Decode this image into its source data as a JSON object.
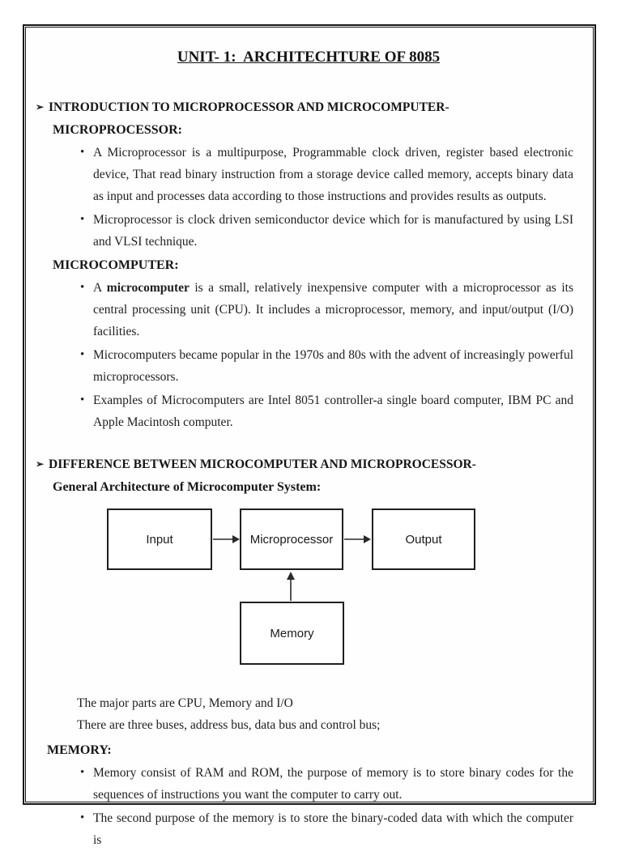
{
  "glyphs": {
    "arrow_bullet": "➢",
    "bullet": "•"
  },
  "colors": {
    "background": "#ffffff",
    "page_border": "#161616",
    "text": "#1e1e1e"
  },
  "doc": {
    "title": "UNIT- 1:  ARCHITECHTURE OF 8085",
    "intro": {
      "heading": "INTRODUCTION TO MICROPROCESSOR AND MICROCOMPUTER-",
      "microprocessor": {
        "label": "MICROPROCESSOR:",
        "bullets": [
          "A Microprocessor is a multipurpose, Programmable clock driven, register based electronic device, That read binary instruction from a storage device called memory, accepts binary data as input and processes data according to those instructions and provides results as outputs.",
          "Microprocessor is clock driven semiconductor device which for is manufactured by using LSI and VLSI technique."
        ]
      },
      "microcomputer": {
        "label": "MICROCOMPUTER:",
        "bullet1": {
          "pre": "A ",
          "bold": "microcomputer",
          "post": " is a small, relatively inexpensive computer with a microprocessor as its central processing unit (CPU). It includes a microprocessor, memory, and input/output (I/O) facilities."
        },
        "bullets": [
          "Microcomputers became popular in the 1970s and 80s with the advent of increasingly powerful microprocessors.",
          "Examples of Microcomputers are Intel 8051 controller-a single board computer, IBM PC and Apple Macintosh computer."
        ]
      }
    },
    "difference": {
      "heading": "DIFFERENCE BETWEEN MICROCOMPUTER AND MICROPROCESSOR-",
      "subheading": "General Architecture of Microcomputer System:"
    },
    "diagram": {
      "boxes": {
        "input": "Input",
        "microprocessor": "Microprocessor",
        "output": "Output",
        "memory": "Memory"
      }
    },
    "after_diagram": {
      "line1": "The major parts are CPU, Memory and I/O",
      "line2": "There are three buses, address bus, data bus and control bus;"
    },
    "memory_section": {
      "label": "MEMORY:",
      "bullets": [
        "Memory consist of RAM and ROM, the purpose of memory is to store binary codes for the sequences of instructions you want the computer to carry out.",
        "The second purpose of the memory is to store the binary-coded data with which the computer is"
      ]
    }
  }
}
